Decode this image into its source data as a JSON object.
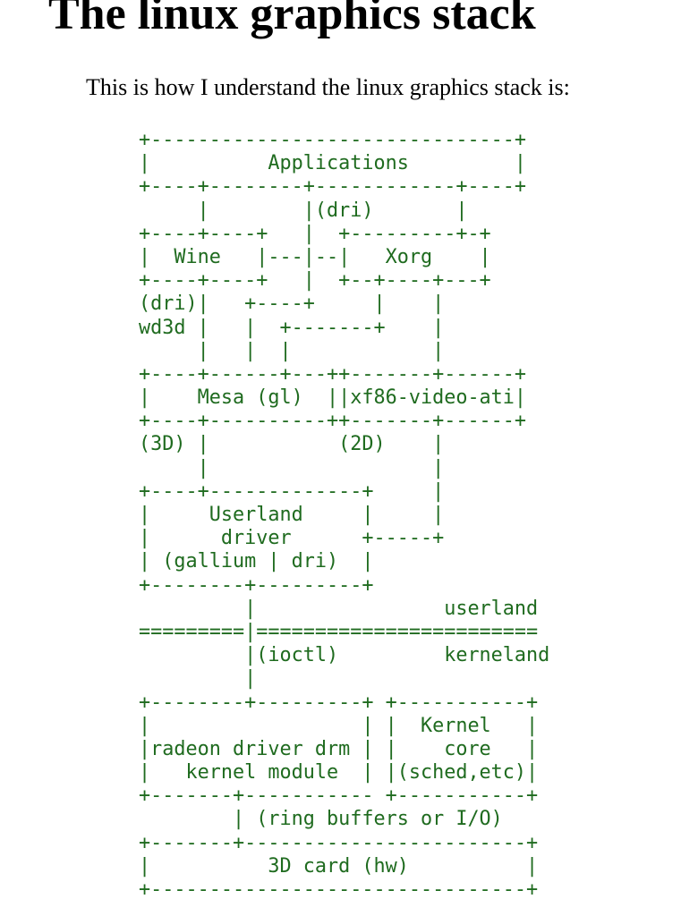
{
  "page": {
    "title": "The linux graphics stack",
    "intro": "This is how I understand the linux graphics stack is:"
  },
  "colors": {
    "diagram_text": "#1f6b1f"
  },
  "diagram": {
    "lines": [
      "+-------------------------------+",
      "|          Applications         |",
      "+----+--------+------------+----+",
      "     |        |(dri)       |",
      "+----+----+   |  +---------+-+",
      "|  Wine   |---|--|   Xorg    |",
      "+----+----+   |  +--+----+---+",
      "(dri)|   +----+     |    |",
      "wd3d |   |  +-------+    |",
      "     |   |  |            |",
      "+----+------+---++-------+------+",
      "|    Mesa (gl)  ||xf86-video-ati|",
      "+----+----------++-------+------+",
      "(3D) |           (2D)    |",
      "     |                   |",
      "+----+-------------+     |",
      "|     Userland     |     |",
      "|      driver      +-----+",
      "| (gallium | dri)  |",
      "+--------+---------+",
      "         |                userland",
      "=========|========================",
      "         |(ioctl)         kerneland",
      "         |",
      "+--------+---------+ +-----------+",
      "|                  | |  Kernel   |",
      "|radeon driver drm | |    core   |",
      "|   kernel module  | |(sched,etc)|",
      "+-------+----------- +-----------+",
      "        | (ring buffers or I/O)",
      "+-------+------------------------+",
      "|          3D card (hw)          |",
      "+--------------------------------+"
    ]
  }
}
